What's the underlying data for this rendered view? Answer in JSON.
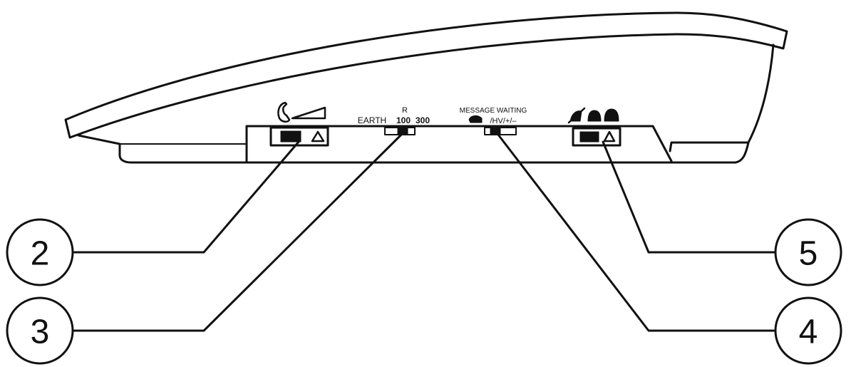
{
  "switch_labels": {
    "r_label": "R",
    "earth": "EARTH",
    "r100": "100",
    "r300": "300",
    "message_waiting": "MESSAGE WAITING",
    "mw_modes": "/HV/+/–"
  },
  "callouts": [
    {
      "id": "2",
      "number": "2"
    },
    {
      "id": "3",
      "number": "3"
    },
    {
      "id": "4",
      "number": "4"
    },
    {
      "id": "5",
      "number": "5"
    }
  ],
  "icons": [
    "handset-icon",
    "volume-wedge-icon",
    "triangle-arrow-icon",
    "ringer-off-icon",
    "bell-icon",
    "bell-loud-icon"
  ]
}
